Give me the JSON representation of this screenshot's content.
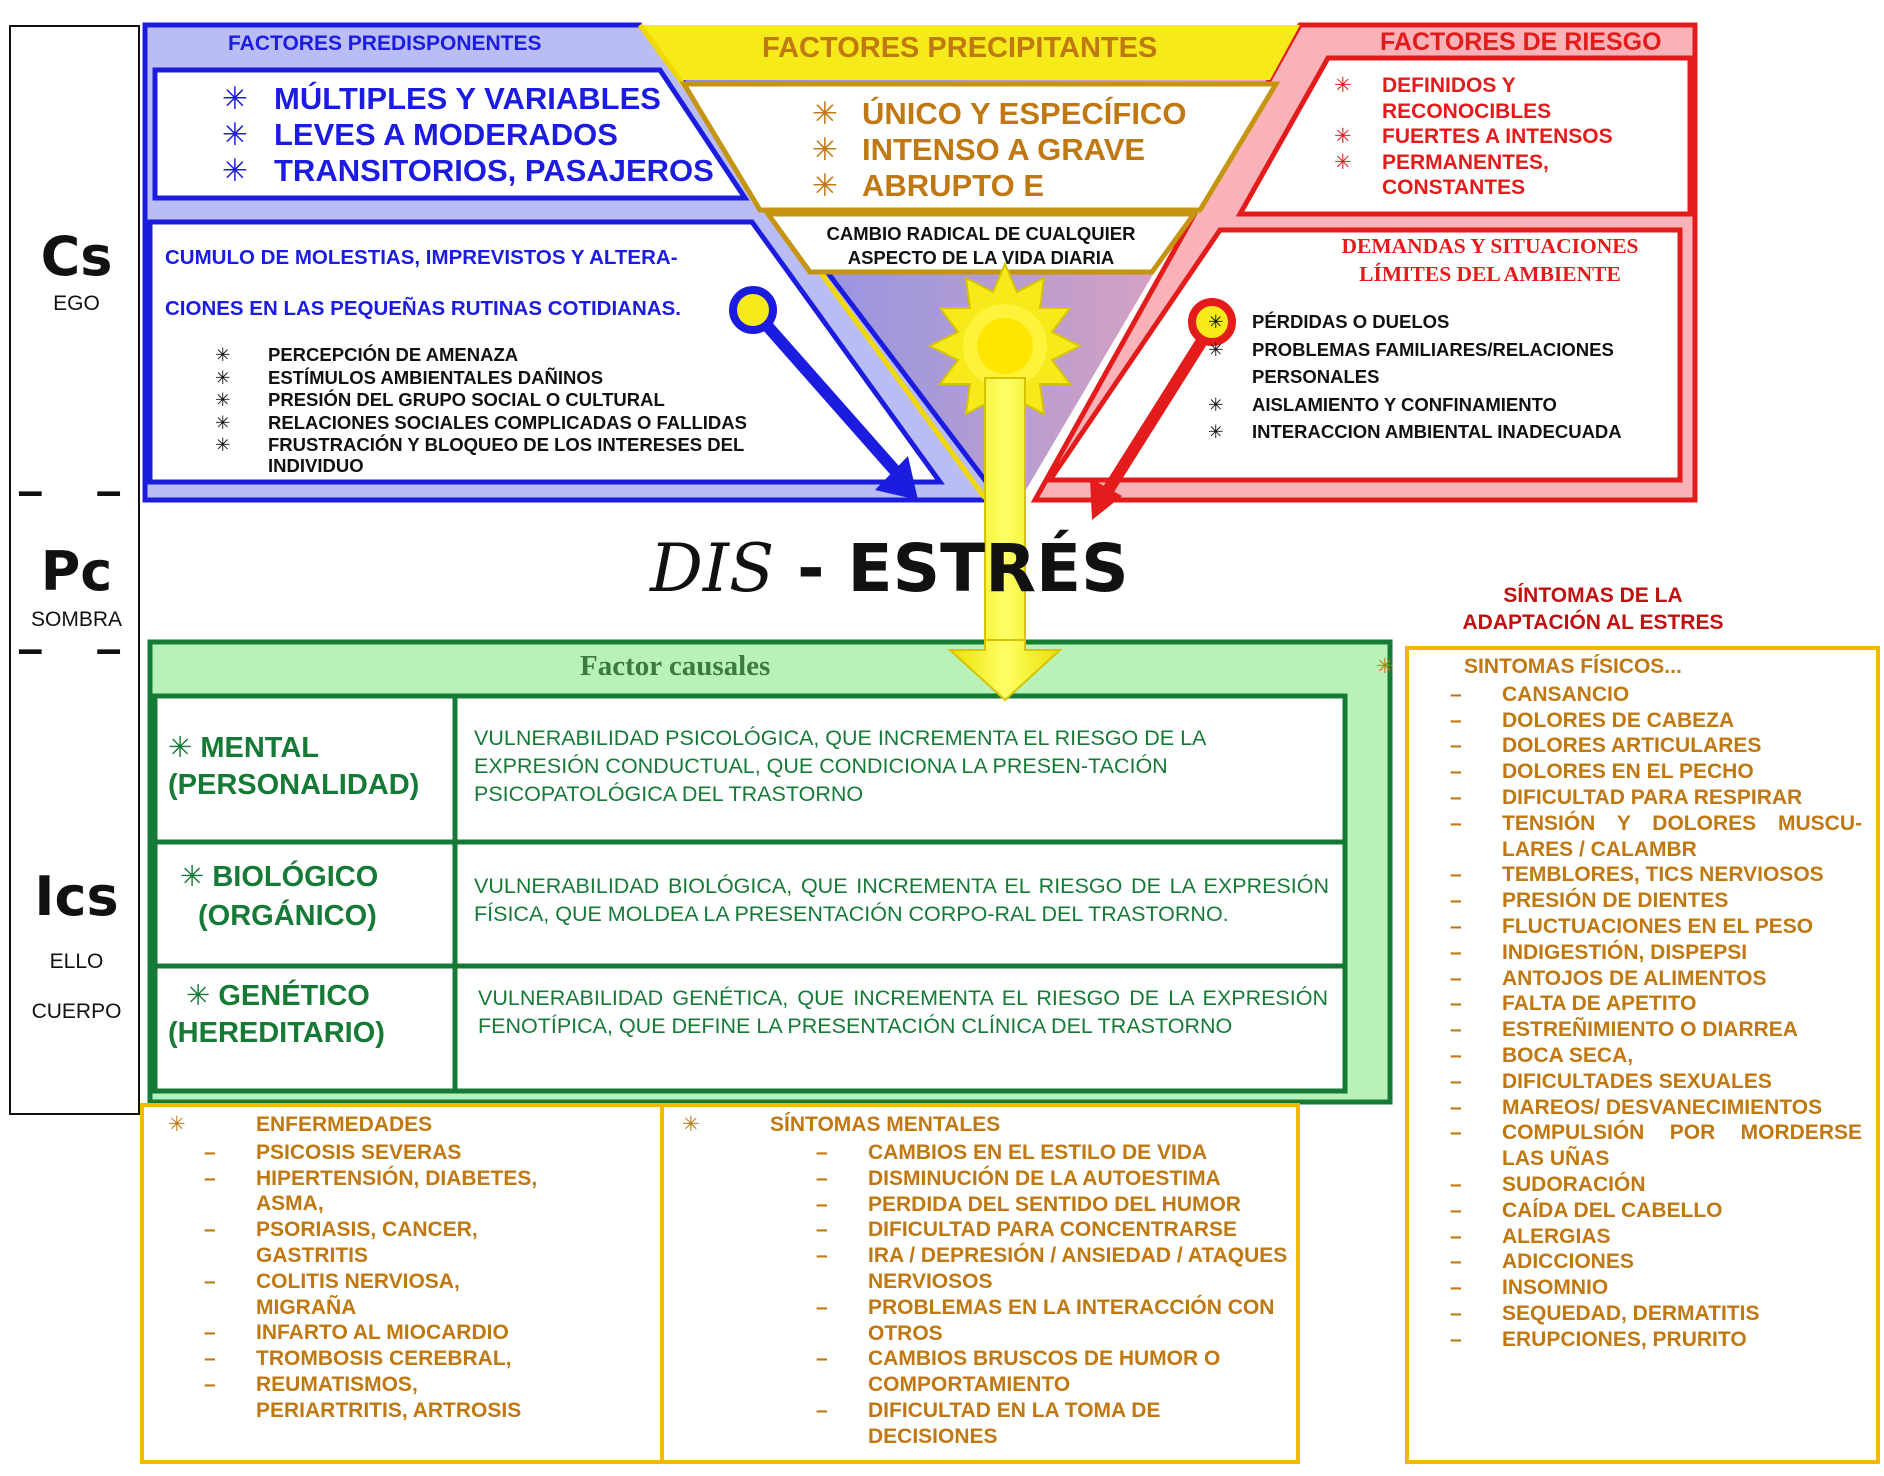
{
  "left_column": {
    "cs": "Cs",
    "ego": "EGO",
    "pc": "Pc",
    "sombra": "SOMBRA",
    "ics": "Ics",
    "ello": "ELLO",
    "cuerpo": "CUERPO"
  },
  "predisponentes": {
    "title": "FACTORES PREDISPONENTES",
    "items": [
      "MÚLTIPLES Y VARIABLES",
      "LEVES A MODERADOS",
      "TRANSITORIOS, PASAJEROS"
    ],
    "desc_line1": "CUMULO DE MOLESTIAS, IMPREVISTOS Y ALTERA-",
    "desc_line2": "CIONES EN LAS PEQUEÑAS RUTINAS COTIDIANAS.",
    "sub_items": [
      "PERCEPCIÓN DE AMENAZA",
      "ESTÍMULOS AMBIENTALES DAÑINOS",
      "PRESIÓN DEL GRUPO SOCIAL O CULTURAL",
      "RELACIONES SOCIALES COMPLICADAS O FALLIDAS",
      "FRUSTRACIÓN Y BLOQUEO DE LOS INTERESES DEL INDIVIDUO"
    ]
  },
  "precipitantes": {
    "title": "FACTORES PRECIPITANTES",
    "items": [
      "ÚNICO Y ESPECÍFICO",
      "INTENSO A GRAVE",
      "ABRUPTO E"
    ],
    "change_line1": "CAMBIO RADICAL DE CUALQUIER",
    "change_line2": "ASPECTO DE LA VIDA DIARIA"
  },
  "riesgo": {
    "title": "FACTORES DE RIESGO",
    "items": [
      "DEFINIDOS Y",
      "RECONOCIBLES",
      "FUERTES A INTENSOS",
      "PERMANENTES,",
      "CONSTANTES"
    ],
    "demands_line1": "DEMANDAS  Y  SITUACIONES",
    "demands_line2": "LÍMITES DEL AMBIENTE",
    "demand_items": [
      "PÉRDIDAS O DUELOS",
      "PROBLEMAS        FAMILIARES/RELACIONES",
      "PERSONALES",
      "AISLAMIENTO Y CONFINAMIENTO",
      "INTERACCION AMBIENTAL INADECUADA"
    ]
  },
  "main_title": {
    "dis": "DIS",
    "rest": " - ESTRÉS"
  },
  "causales": {
    "title": "Factor causales",
    "rows": [
      {
        "label1": "✳ MENTAL",
        "label2": "(PERSONALIDAD)",
        "text": "VULNERABILIDAD PSICOLÓGICA, QUE INCREMENTA EL RIESGO DE LA EXPRESIÓN CONDUCTUAL, QUE CONDICIONA LA PRESEN-TACIÓN PSICOPATOLÓGICA DEL TRASTORNO"
      },
      {
        "label1": "✳ BIOLÓGICO",
        "label2": "(ORGÁNICO)",
        "text": "VULNERABILIDAD BIOLÓGICA, QUE INCREMENTA EL RIESGO DE LA EXPRESIÓN FÍSICA, QUE MOLDEA LA PRESENTACIÓN CORPO-RAL DEL TRASTORNO."
      },
      {
        "label1": "✳ GENÉTICO",
        "label2": "(HEREDITARIO)",
        "text": "VULNERABILIDAD GENÉTICA, QUE INCREMENTA  EL RIESGO DE LA EXPRESIÓN FENOTÍPICA, QUE DEFINE LA PRESENTACIÓN CLÍNICA DEL TRASTORNO"
      }
    ]
  },
  "sintomas_adaptacion": {
    "title_line1": "SÍNTOMAS DE LA",
    "title_line2": "ADAPTACIÓN AL ESTRES",
    "head": "SINTOMAS FÍSICOS...",
    "items": [
      "CANSANCIO",
      "DOLORES DE CABEZA",
      "DOLORES ARTICULARES",
      "DOLORES EN EL PECHO",
      "DIFICULTAD PARA RESPIRAR",
      "TENSIÓN Y DOLORES MUSCU-LARES / CALAMBR",
      "TEMBLORES, TICS NERVIOSOS",
      "PRESIÓN DE DIENTES",
      "FLUCTUACIONES EN EL PESO",
      "INDIGESTIÓN, DISPEPSI",
      "ANTOJOS DE ALIMENTOS",
      "FALTA DE APETITO",
      "ESTREÑIMIENTO O DIARREA",
      "BOCA SECA,",
      "DIFICULTADES SEXUALES",
      "MAREOS/ DESVANECIMIENTOS",
      "COMPULSIÓN POR MORDERSE LAS UÑAS",
      "SUDORACIÓN",
      "CAÍDA DEL CABELLO",
      "ALERGIAS",
      "ADICCIONES",
      "INSOMNIO",
      "SEQUEDAD, DERMATITIS",
      "ERUPCIONES, PRURITO"
    ]
  },
  "enfermedades": {
    "head": "ENFERMEDADES",
    "items": [
      "PSICOSIS SEVERAS",
      "HIPERTENSIÓN, DIABETES, ASMA,",
      "PSORIASIS, CANCER, GASTRITIS",
      "COLITIS NERVIOSA, MIGRAÑA",
      "INFARTO AL MIOCARDIO",
      "TROMBOSIS CEREBRAL,",
      "REUMATISMOS, PERIARTRITIS, ARTROSIS"
    ]
  },
  "sintomas_mentales": {
    "head": "SÍNTOMAS MENTALES",
    "items": [
      "CAMBIOS EN EL ESTILO DE VIDA",
      "DISMINUCIÓN DE LA AUTOESTIMA",
      "PERDIDA DEL SENTIDO DEL HUMOR",
      "DIFICULTAD PARA CONCENTRARSE",
      "IRA / DEPRESIÓN / ANSIEDAD / ATAQUES NERVIOSOS",
      "PROBLEMAS EN LA INTERACCIÓN CON OTROS",
      "CAMBIOS BRUSCOS DE HUMOR O COMPORTAMIENTO",
      "DIFICULTAD EN LA TOMA DE DECISIONES"
    ]
  },
  "colors": {
    "blue": "#1c1ce0",
    "red": "#e31b1b",
    "yellow": "#f7ea1a",
    "green": "#157a36",
    "orange": "#c07812",
    "frame_orange": "#f5b800"
  }
}
